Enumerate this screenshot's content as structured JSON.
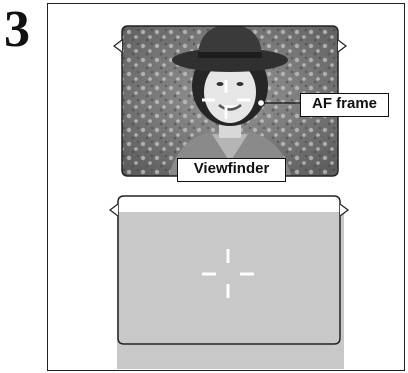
{
  "step": {
    "number": "3"
  },
  "viewfinder": {
    "caption": "Viewfinder",
    "af_frame_label": "AF frame",
    "scene": "photo of a smiling woman in a dark sun hat outdoors, flowering shrubs behind",
    "colors": {
      "photo_dark": "#3a3a3a",
      "photo_mid": "#7c7c7c",
      "photo_light": "#b9b9b9"
    }
  },
  "lcd_screen": {
    "colors": {
      "screen_fill": "#c8c8c8",
      "frame_stroke": "#222222"
    }
  },
  "af_marker": {
    "color": "#ffffff"
  }
}
